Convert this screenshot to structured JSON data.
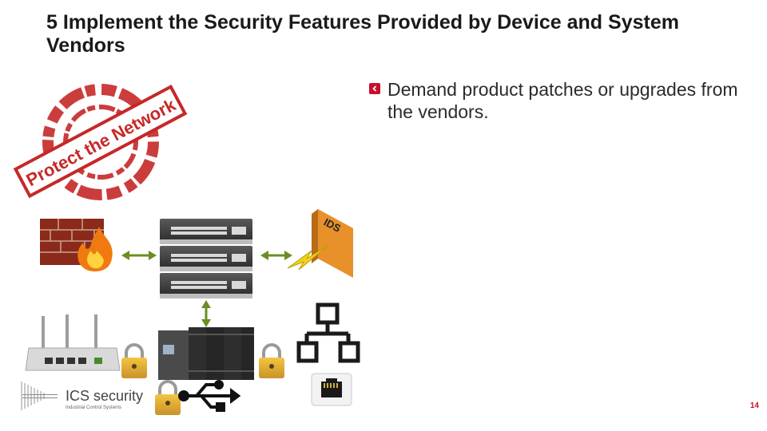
{
  "slide": {
    "title": "5 Implement the Security Features Provided by Device and System Vendors",
    "bullets": [
      {
        "text": "Demand product patches or upgrades from the vendors."
      }
    ],
    "page_number": "14"
  },
  "stamp": {
    "text": "Protect the Network"
  },
  "diagram": {
    "ids_label": "IDS"
  },
  "logo": {
    "name": "ICS security",
    "subtitle": "Industrial Control Systems"
  },
  "colors": {
    "accent": "#c8102e",
    "arrow": "#6b8e23",
    "title": "#1a1a1a"
  },
  "icons": [
    "firewall-icon",
    "network-switch-icon",
    "ids-icon",
    "wireless-router-icon",
    "padlock-icon",
    "plc-controller-icon",
    "network-topology-icon",
    "ethernet-port-icon",
    "usb-icon"
  ]
}
